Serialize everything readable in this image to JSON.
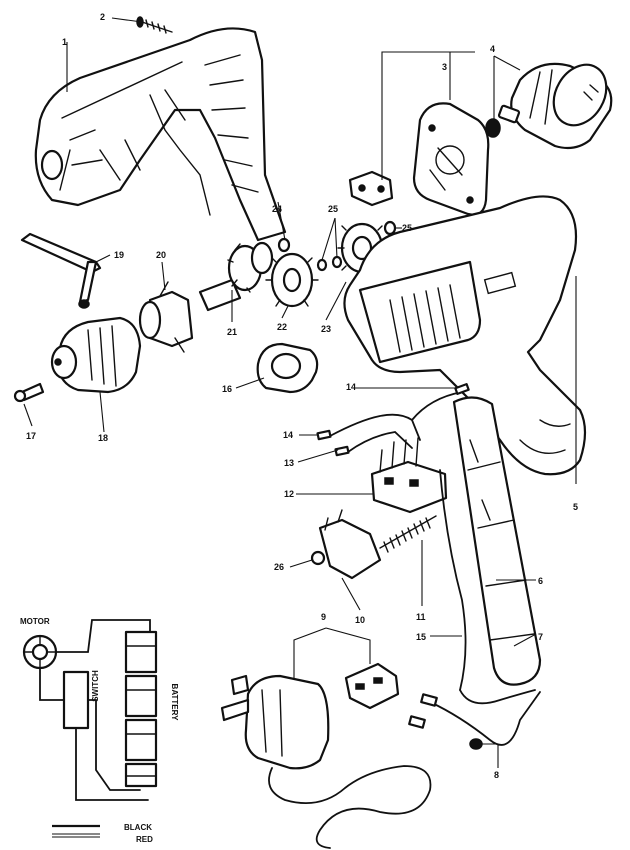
{
  "callouts": [
    {
      "id": "1"
    },
    {
      "id": "2"
    },
    {
      "id": "3"
    },
    {
      "id": "4"
    },
    {
      "id": "24"
    },
    {
      "id": "25"
    },
    {
      "id": "25b",
      "text": "25"
    },
    {
      "id": "5"
    },
    {
      "id": "19"
    },
    {
      "id": "20"
    },
    {
      "id": "21"
    },
    {
      "id": "22"
    },
    {
      "id": "23"
    },
    {
      "id": "16"
    },
    {
      "id": "14"
    },
    {
      "id": "14b",
      "text": "14"
    },
    {
      "id": "13"
    },
    {
      "id": "12"
    },
    {
      "id": "26"
    },
    {
      "id": "10"
    },
    {
      "id": "11"
    },
    {
      "id": "6"
    },
    {
      "id": "7"
    },
    {
      "id": "15"
    },
    {
      "id": "9"
    },
    {
      "id": "8"
    },
    {
      "id": "17"
    },
    {
      "id": "18"
    }
  ],
  "schematic": {
    "motor": "MOTOR",
    "switch": "SWITCH",
    "battery": "BATTERY",
    "black": "BLACK",
    "red": "RED"
  }
}
